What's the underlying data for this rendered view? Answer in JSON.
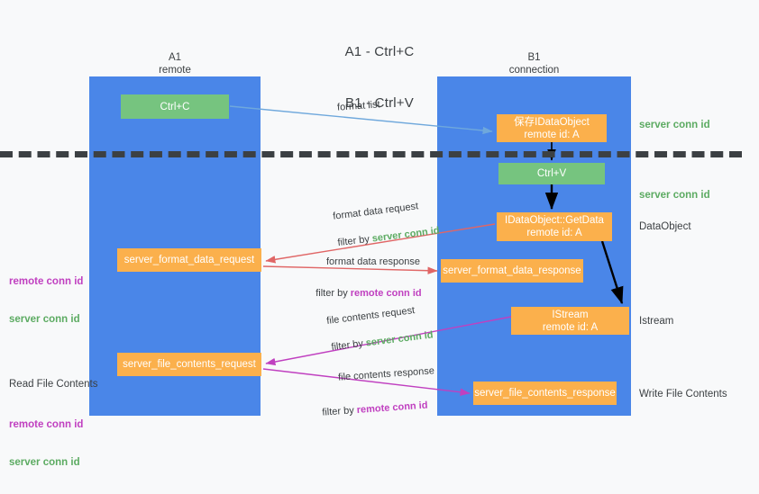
{
  "title": {
    "line1": "A1 - Ctrl+C",
    "line2": "B1 - Ctrl+V"
  },
  "lanes": [
    {
      "id": "A1",
      "name": "A1",
      "role": "remote",
      "color": "#4a86e8"
    },
    {
      "id": "B1",
      "name": "B1",
      "role": "connection",
      "color": "#4a86e8"
    }
  ],
  "colors": {
    "lane_blue": "#4a86e8",
    "node_green": "#76c47f",
    "node_orange": "#fbb04c",
    "server_conn_green": "#5cab62",
    "remote_conn_magenta": "#c040c0",
    "arrow_blue": "#6fa8dc",
    "arrow_red": "#e06666",
    "arrow_magenta": "#c040c0",
    "arrow_black": "#000000",
    "divider": "#3c4043"
  },
  "nodes": {
    "ctrl_c": {
      "line1": "Ctrl+C",
      "line2": "",
      "style": "green",
      "lane": "A1"
    },
    "save_idataobject": {
      "line1": "保存IDataObject",
      "line2": "remote id: A",
      "style": "orange",
      "lane": "B1"
    },
    "ctrl_v": {
      "line1": "Ctrl+V",
      "line2": "",
      "style": "green",
      "lane": "B1"
    },
    "getdata": {
      "line1": "IDataObject::GetData",
      "line2": "remote id: A",
      "style": "orange",
      "lane": "B1"
    },
    "server_format_data_request": {
      "line1": "server_format_data_request",
      "line2": "",
      "style": "orange",
      "lane": "A1"
    },
    "server_format_data_response": {
      "line1": "server_format_data_response",
      "line2": "",
      "style": "orange",
      "lane": "B1"
    },
    "istream": {
      "line1": "IStream",
      "line2": "remote id: A",
      "style": "orange",
      "lane": "B1"
    },
    "server_file_contents_request": {
      "line1": "server_file_contents_request",
      "line2": "",
      "style": "orange",
      "lane": "A1"
    },
    "server_file_contents_response": {
      "line1": "server_file_contents_response",
      "line2": "",
      "style": "orange",
      "lane": "B1"
    }
  },
  "captions": {
    "format_list": "format list",
    "format_data_request": "format data request",
    "format_data_request_filter_prefix": "filter by ",
    "format_data_request_filter_value": "server conn id",
    "format_data_response": "format data response",
    "format_data_response_filter_prefix": "filter by ",
    "format_data_response_filter_value": "remote conn id",
    "file_contents_request": "file contents request",
    "file_contents_request_filter_prefix": "filter by ",
    "file_contents_request_filter_value": "server conn id",
    "file_contents_response": "file contents response",
    "file_contents_response_filter_prefix": "filter by ",
    "file_contents_response_filter_value": "remote conn id"
  },
  "side_notes": {
    "server_conn_id_top": "server conn id",
    "server_conn_id_mid": "server conn id",
    "dataobject": "DataObject",
    "istream": "Istream",
    "write_file_contents": "Write File Contents"
  },
  "left_notes": {
    "group1_remote": "remote conn id",
    "group1_server": "server conn id",
    "group2_title": "Read File Contents",
    "group2_remote": "remote conn id",
    "group2_server": "server conn id"
  }
}
